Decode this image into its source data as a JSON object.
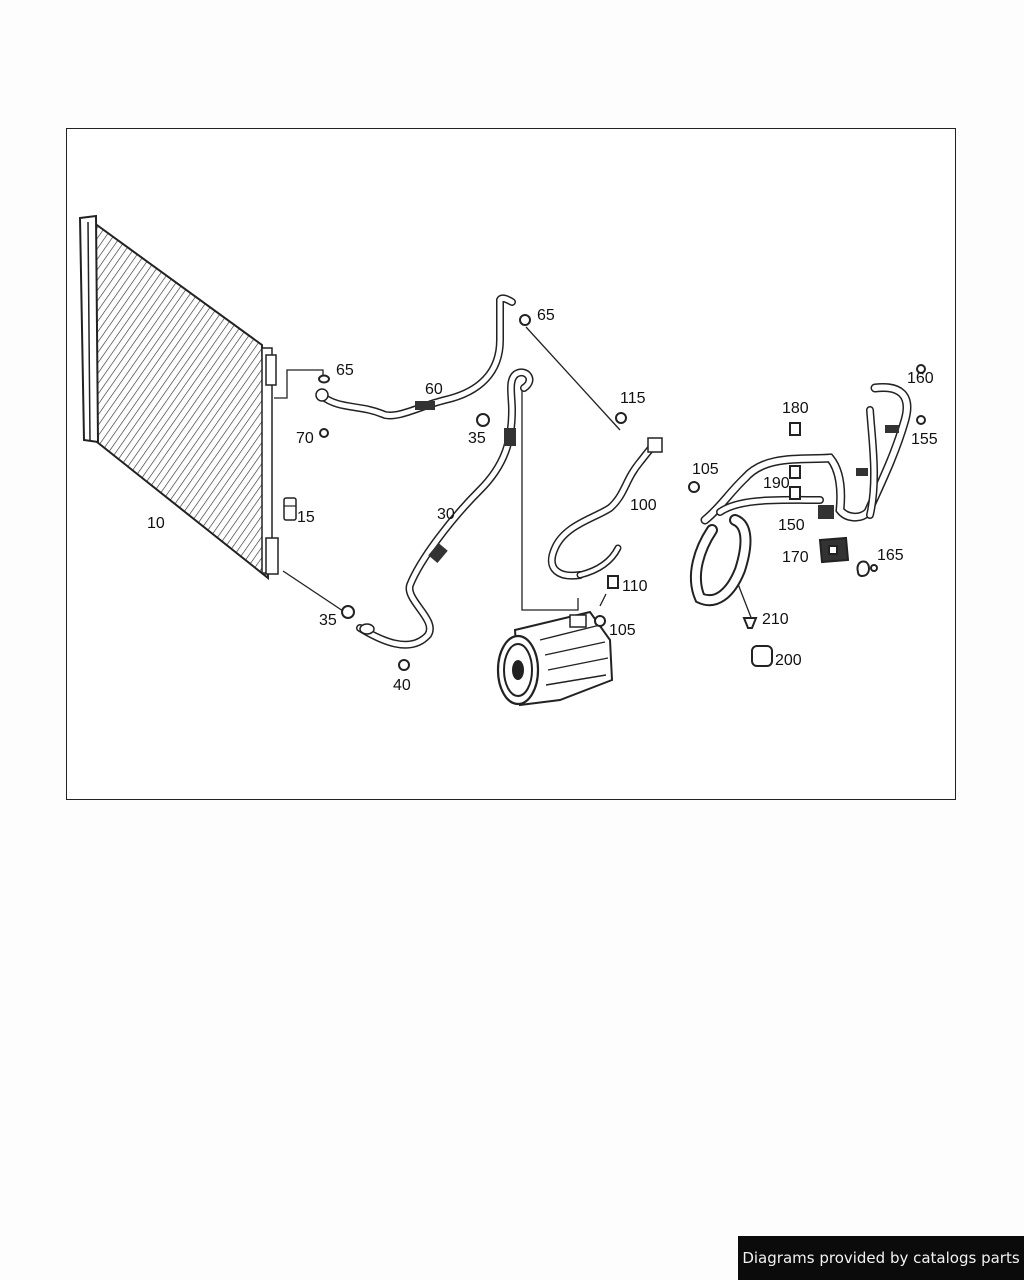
{
  "diagram": {
    "callouts": [
      "10",
      "15",
      "35",
      "40",
      "30",
      "60",
      "65",
      "70",
      "35",
      "65",
      "115",
      "100",
      "105",
      "110",
      "105",
      "180",
      "190",
      "150",
      "170",
      "165",
      "160",
      "155",
      "210",
      "200"
    ]
  },
  "footer": {
    "text": "Diagrams provided by catalogs parts"
  }
}
